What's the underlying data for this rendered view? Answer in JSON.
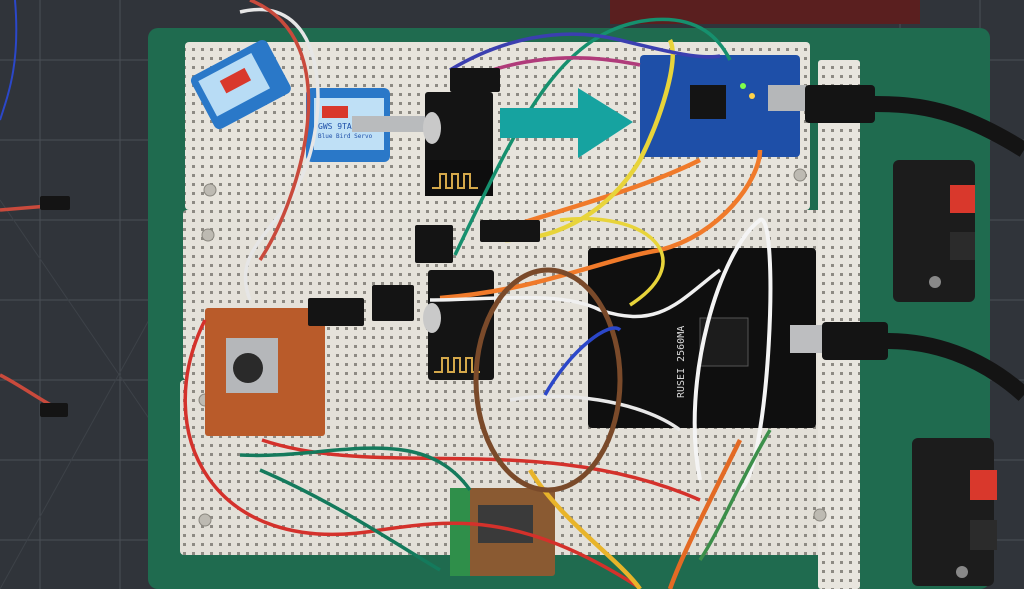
{
  "photo": {
    "subject": "Electronics breadboard prototype with two microcontroller boards, two servo motors, two radio transceiver modules and jumper wiring",
    "labels": {
      "servo_brand": "GWS 9TA",
      "servo_sticker": "Blue Bird Servo",
      "arduino_label": "RUSEI 2560MA"
    },
    "arrow_color": "#16a3a0",
    "board_color": "#1f6b4f",
    "breadboard_color": "#e7e4dc",
    "module_color": "#111111"
  }
}
